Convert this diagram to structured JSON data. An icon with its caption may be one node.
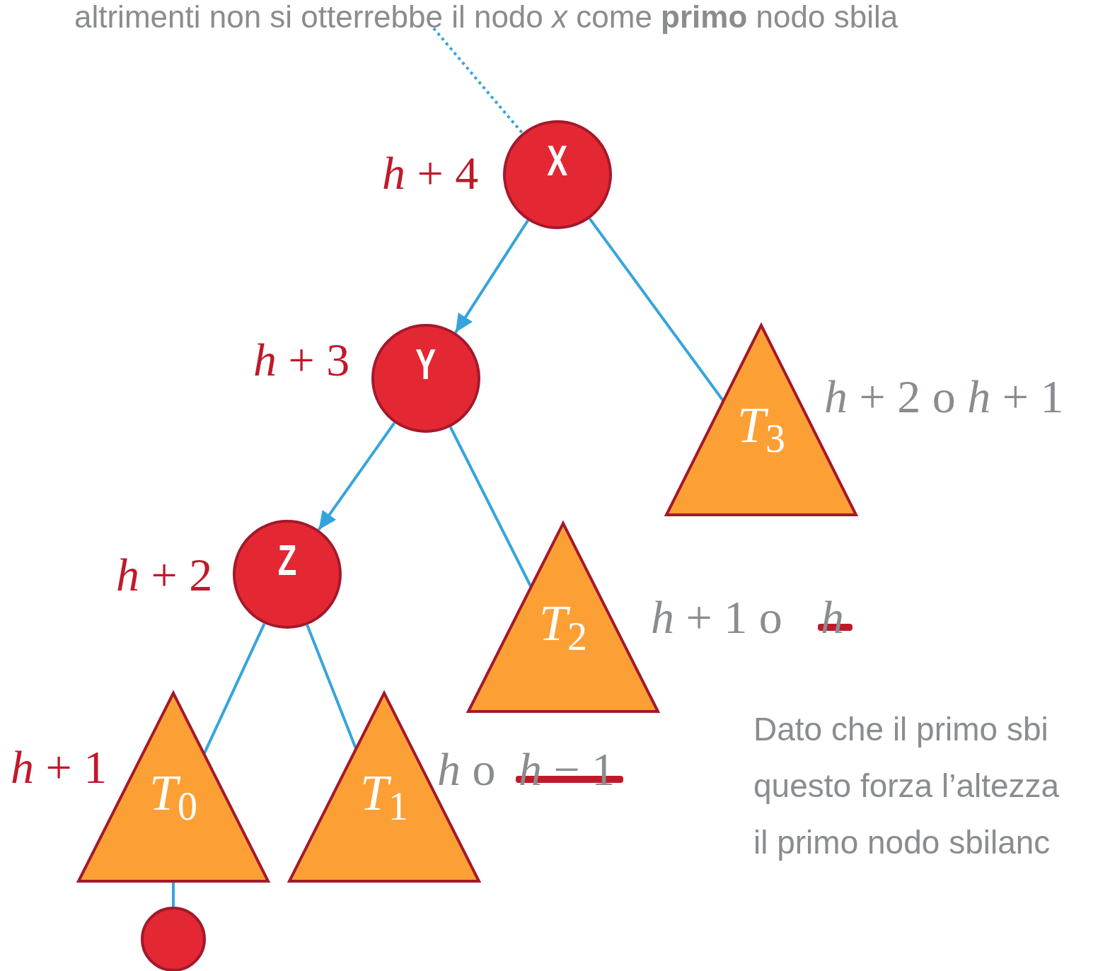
{
  "diagram": {
    "nodes": [
      {
        "text": [
          "altrimenti non si otterrebbe il nodo *x* come **primo** nodo sbila"
        ]
      },
      {
        "text": [
          "X"
        ],
        "beside": [
          "*h* + 4"
        ]
      },
      {
        "text": [
          "Y"
        ],
        "beside": [
          "*h* + 3"
        ]
      },
      {
        "text": [
          "*T*$_{3}$"
        ],
        "beside": [
          "*h* + 2 o *h* + 1"
        ]
      },
      {
        "text": [
          "Z"
        ],
        "beside": [
          "*h* + 2"
        ]
      },
      {
        "text": [
          "*T*$_{2}$"
        ],
        "beside": [
          "*h* + 1 o",
          "*h*"
        ]
      },
      {
        "text": [
          "*T*$_{0}$"
        ],
        "beside": [
          "*h* + 1"
        ]
      },
      {
        "text": [
          "*T*$_{1}$"
        ],
        "beside": [
          "*h* o",
          "*h* − 1"
        ]
      },
      {
        "text": [],
        "shape": "circle"
      }
    ],
    "edges": [
      {
        "from": 0,
        "to": 1,
        "arrow": "none",
        "style": "dashed"
      },
      {
        "from": 1,
        "to": 2,
        "arrow": "to"
      },
      {
        "from": 1,
        "to": 3,
        "arrow": "none"
      },
      {
        "from": 2,
        "to": 4,
        "arrow": "to"
      },
      {
        "from": 2,
        "to": 5,
        "arrow": "none"
      },
      {
        "from": 4,
        "to": 6,
        "arrow": "none"
      },
      {
        "from": 4,
        "to": 7,
        "arrow": "none"
      },
      {
        "from": 6,
        "to": 8,
        "arrow": "none"
      }
    ],
    "labels": [
      "Dato che il primo sbi",
      "questo forza l’altezza",
      "il primo nodo sbilanc"
    ]
  }
}
